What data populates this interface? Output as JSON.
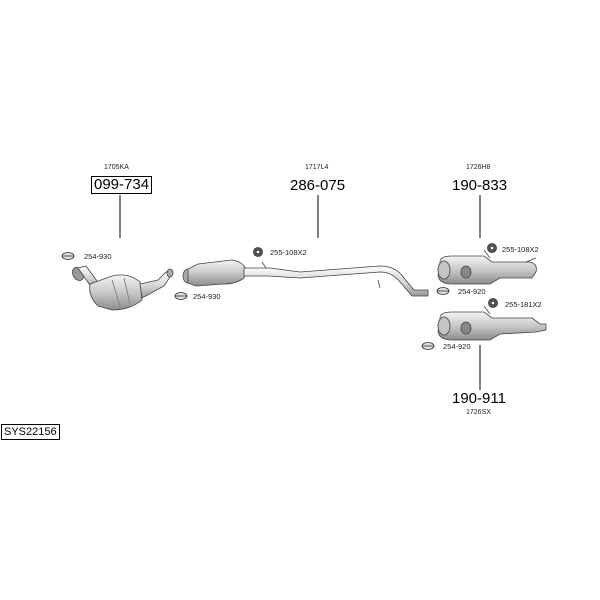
{
  "parts": [
    {
      "id": "p1",
      "code": "1705KA",
      "number": "099-734"
    },
    {
      "id": "p2",
      "code": "1717L4",
      "number": "286-075"
    },
    {
      "id": "p3",
      "code": "1726H8",
      "number": "190-833"
    },
    {
      "id": "p4",
      "code": "1726SX",
      "number": "190-911"
    }
  ],
  "refs": {
    "clamp_a": "254-930",
    "clamp_b": "254-930",
    "gasket_a": "255-108X2",
    "gasket_b": "255-108X2",
    "clamp_c": "254-920",
    "gasket_c": "255-181X2",
    "clamp_d": "254-920"
  },
  "system_code": "SYS22156"
}
